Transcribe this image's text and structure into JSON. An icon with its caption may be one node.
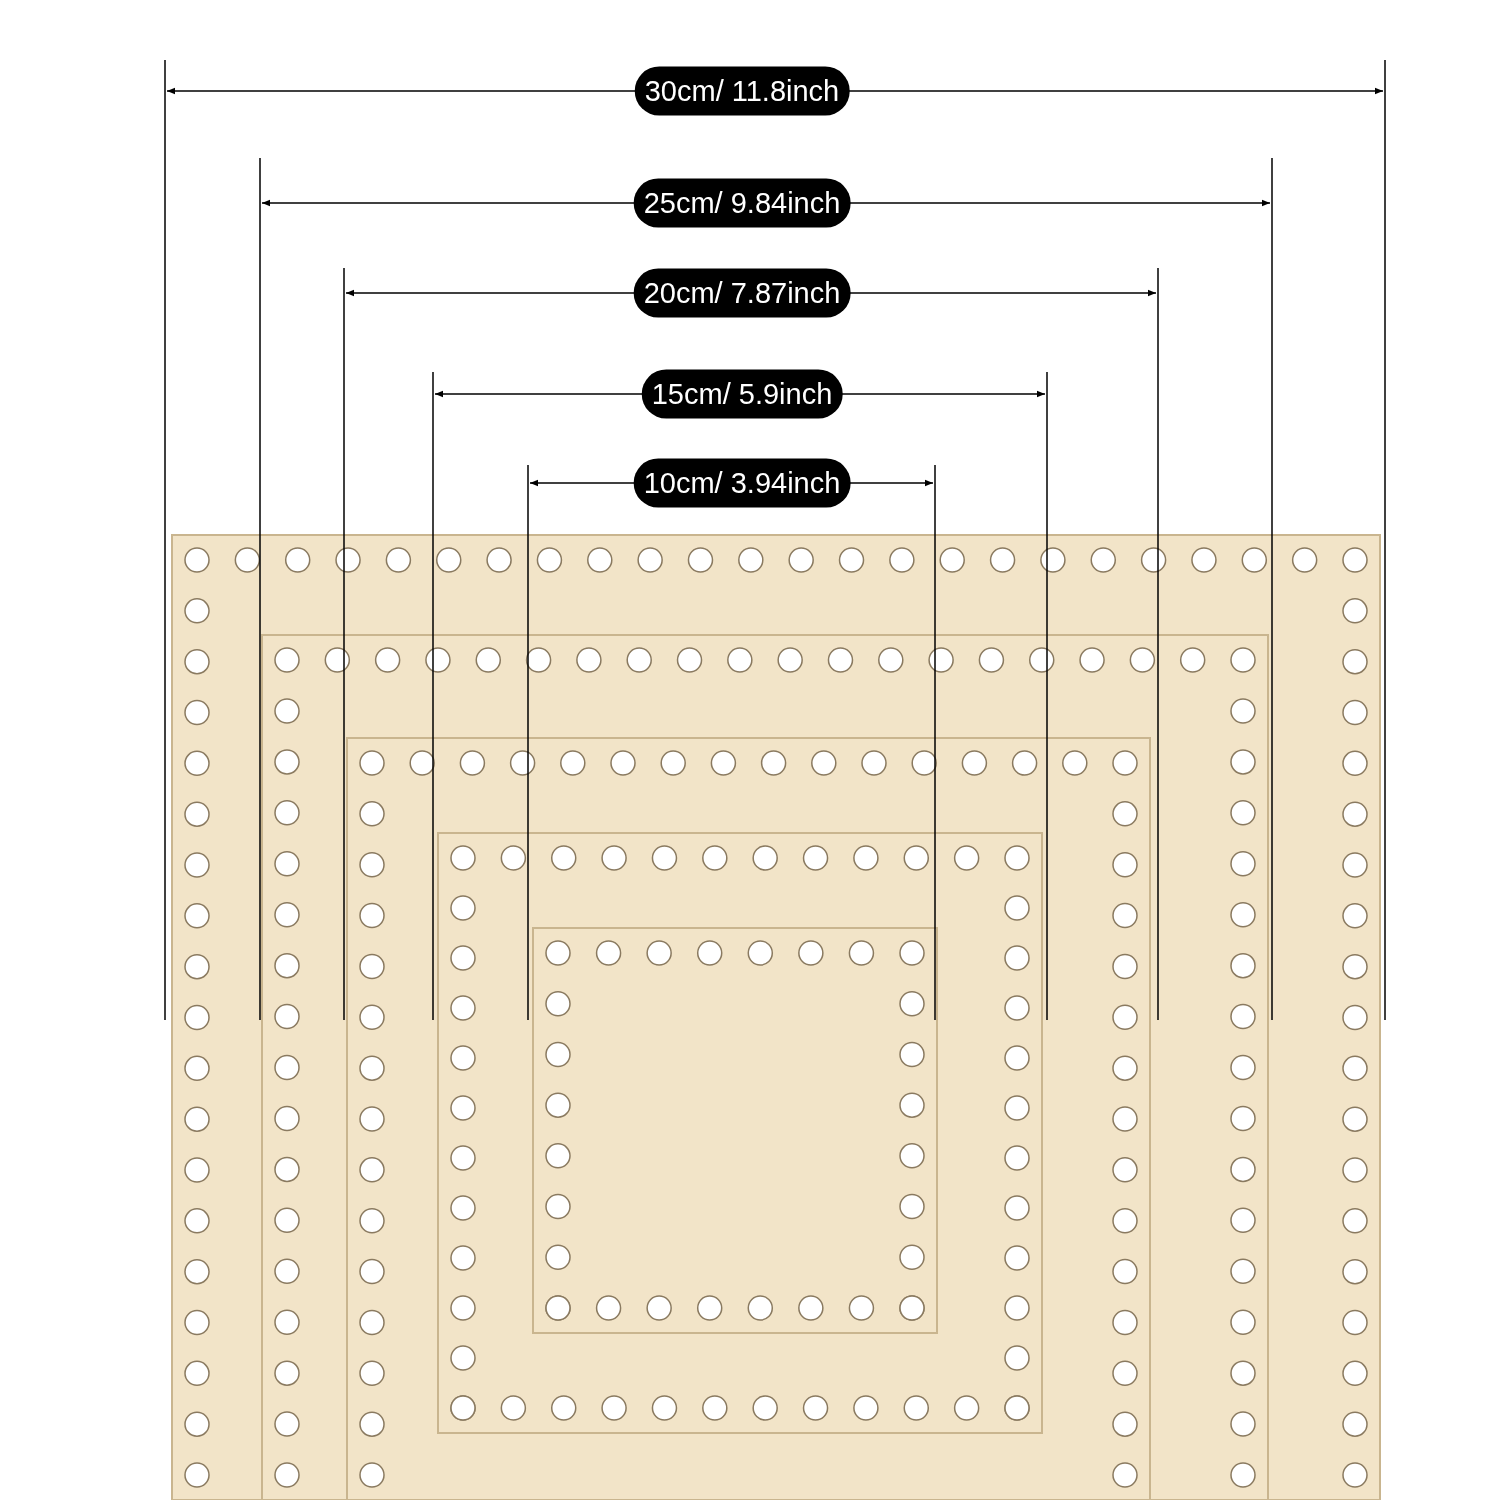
{
  "diagram": {
    "labels": [
      "30cm/ 11.8inch",
      "25cm/ 9.84inch",
      "20cm/ 7.87inch",
      "15cm/ 5.9inch",
      "10cm/ 3.94inch"
    ]
  }
}
